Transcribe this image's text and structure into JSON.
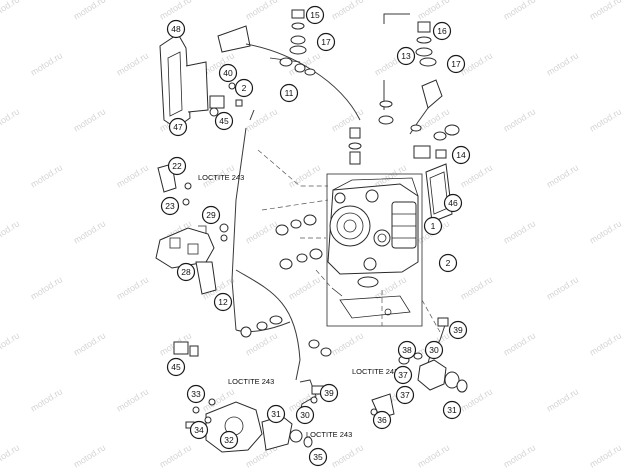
{
  "watermark": "motod.ru",
  "loctite_labels": [
    "LOCTITE 243",
    "LOCTITE 243",
    "LOCTITE 243",
    "LOCTITE 243"
  ],
  "callouts": [
    "48",
    "15",
    "17",
    "16",
    "13",
    "17",
    "40",
    "2",
    "11",
    "45",
    "47",
    "14",
    "22",
    "46",
    "23",
    "29",
    "1",
    "2",
    "28",
    "12",
    "39",
    "30",
    "38",
    "45",
    "37",
    "33",
    "39",
    "37",
    "30",
    "34",
    "31",
    "36",
    "31",
    "32",
    "35"
  ]
}
